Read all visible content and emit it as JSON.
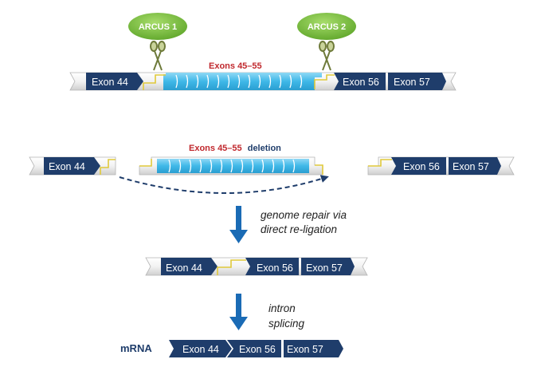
{
  "nucleases": {
    "left": "ARCUS 1",
    "right": "ARCUS 2"
  },
  "top_strand": {
    "region_label": "Exons 45–55",
    "exon_left": "Exon 44",
    "exon_right_a": "Exon 56",
    "exon_right_b": "Exon 57"
  },
  "excision_row": {
    "deletion_label_red": "Exons 45–55",
    "deletion_label_blue": "deletion",
    "exon_left": "Exon 44",
    "exon_right_a": "Exon 56",
    "exon_right_b": "Exon 57"
  },
  "step_1": {
    "line1": "genome repair via",
    "line2": "direct re-ligation"
  },
  "repaired_strand": {
    "exon_a": "Exon 44",
    "exon_b": "Exon 56",
    "exon_c": "Exon 57"
  },
  "step_2": {
    "line1": "intron",
    "line2": "splicing"
  },
  "mrna": {
    "label": "mRNA",
    "exon_a": "Exon 44",
    "exon_b": "Exon 56",
    "exon_c": "Exon 57"
  },
  "colors": {
    "exon_navy": "#1f3d6b",
    "deleted_region": "#3fb8e8",
    "nuclease_green": "#7cc242",
    "arrow_blue": "#1a6bb5",
    "label_red": "#c0282d"
  }
}
